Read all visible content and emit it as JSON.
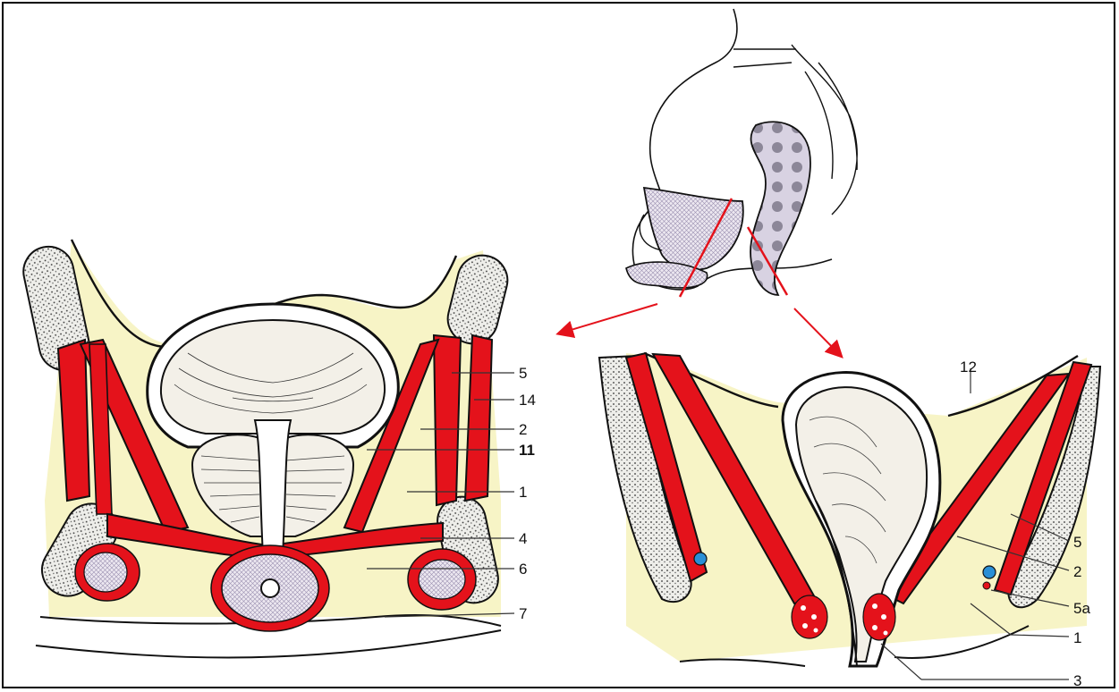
{
  "colors": {
    "muscle": "#e4121b",
    "fat": "#f7f4c6",
    "outline": "#111111",
    "bone_fill": "#eeeeea",
    "organ": "#f3f0e8",
    "vessel": "#2a8fd6",
    "arrow": "#e4121b",
    "hatch": "#b8b4c8"
  },
  "labels": {
    "left": {
      "l5": "5",
      "l14": "14",
      "l2": "2",
      "l11": "11",
      "l1": "1",
      "l4": "4",
      "l6": "6",
      "l7": "7"
    },
    "right": {
      "l12": "12",
      "l5": "5",
      "l2": "2",
      "l5a": "5a",
      "l1": "1",
      "l3": "3"
    }
  }
}
